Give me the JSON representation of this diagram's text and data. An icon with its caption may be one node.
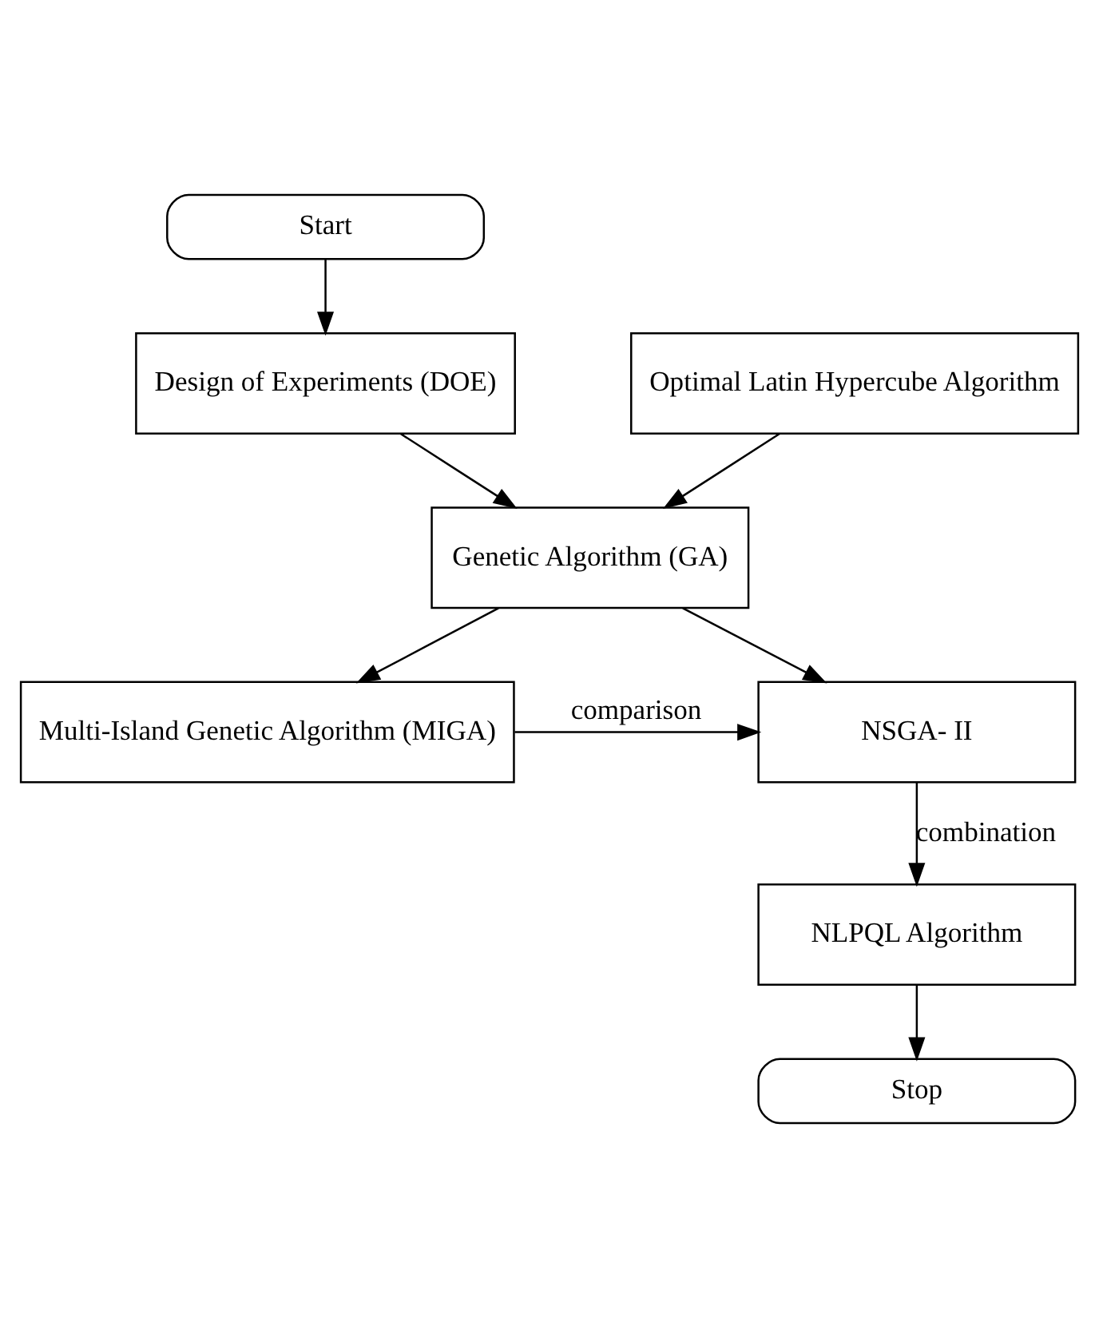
{
  "diagram": {
    "nodes": [
      {
        "text": [
          "Start"
        ]
      },
      {
        "text": [
          "Design of Experiments (DOE)"
        ]
      },
      {
        "text": [
          "Optimal Latin Hypercube Algorithm"
        ]
      },
      {
        "text": [
          "Genetic Algorithm (GA)"
        ]
      },
      {
        "text": [
          "NSGA- II"
        ]
      },
      {
        "text": [
          "Multi-Island Genetic Algorithm (MIGA)"
        ]
      },
      {
        "text": [
          "NLPQL Algorithm"
        ]
      },
      {
        "text": [
          "Stop"
        ]
      }
    ],
    "edges": [
      {
        "from": 0,
        "to": 1,
        "arrow": "to"
      },
      {
        "from": 1,
        "to": 3,
        "arrow": "to"
      },
      {
        "from": 2,
        "to": 3,
        "arrow": "to"
      },
      {
        "from": 3,
        "to": 4,
        "arrow": "to"
      },
      {
        "from": 3,
        "to": 5,
        "arrow": "to"
      },
      {
        "from": 5,
        "to": 4,
        "arrow": "to",
        "label": "comparison"
      },
      {
        "from": 4,
        "to": 6,
        "arrow": "to",
        "label": "combination"
      },
      {
        "from": 6,
        "to": 7,
        "arrow": "to"
      }
    ]
  }
}
